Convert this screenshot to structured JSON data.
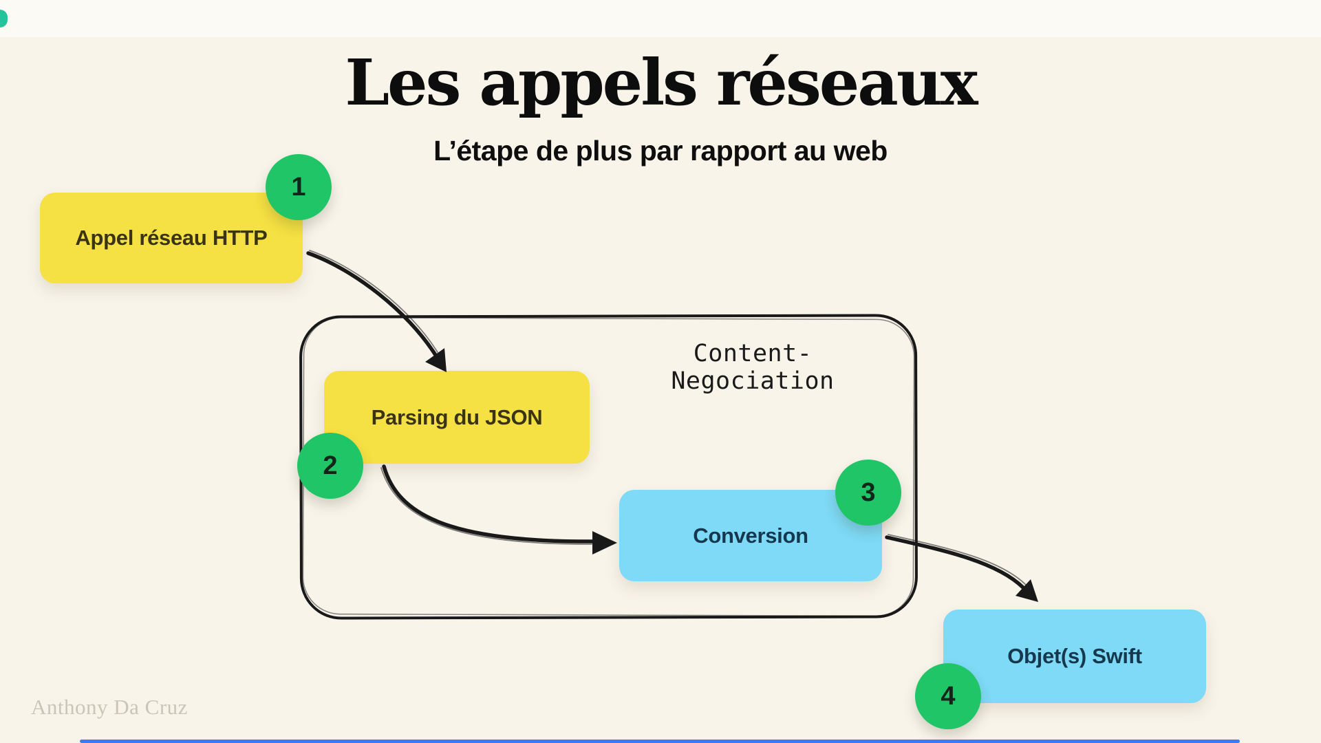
{
  "header": {
    "title": "Les appels réseaux",
    "subtitle": "L’étape de plus par rapport au web"
  },
  "diagram": {
    "group_label": "Content-Negociation",
    "nodes": [
      {
        "badge": "1",
        "label": "Appel réseau HTTP",
        "color": "yellow"
      },
      {
        "badge": "2",
        "label": "Parsing du JSON",
        "color": "yellow"
      },
      {
        "badge": "3",
        "label": "Conversion",
        "color": "blue"
      },
      {
        "badge": "4",
        "label": "Objet(s) Swift",
        "color": "blue"
      }
    ],
    "flow_order": [
      "1 → 2",
      "2 → 3",
      "3 → 4"
    ]
  },
  "footer": {
    "watermark": "Anthony Da Cruz"
  },
  "colors": {
    "background": "#F8F4EA",
    "top_band": "#FBFAF5",
    "node_yellow": "#F5E143",
    "node_yellow_text": "#3A3413",
    "node_blue": "#7EDAF6",
    "node_blue_text": "#16384E",
    "badge_green": "#1FC566",
    "ink": "#191919",
    "watermark_gray": "#C9C5B7",
    "bottom_bar_blue": "#3C79F2"
  }
}
